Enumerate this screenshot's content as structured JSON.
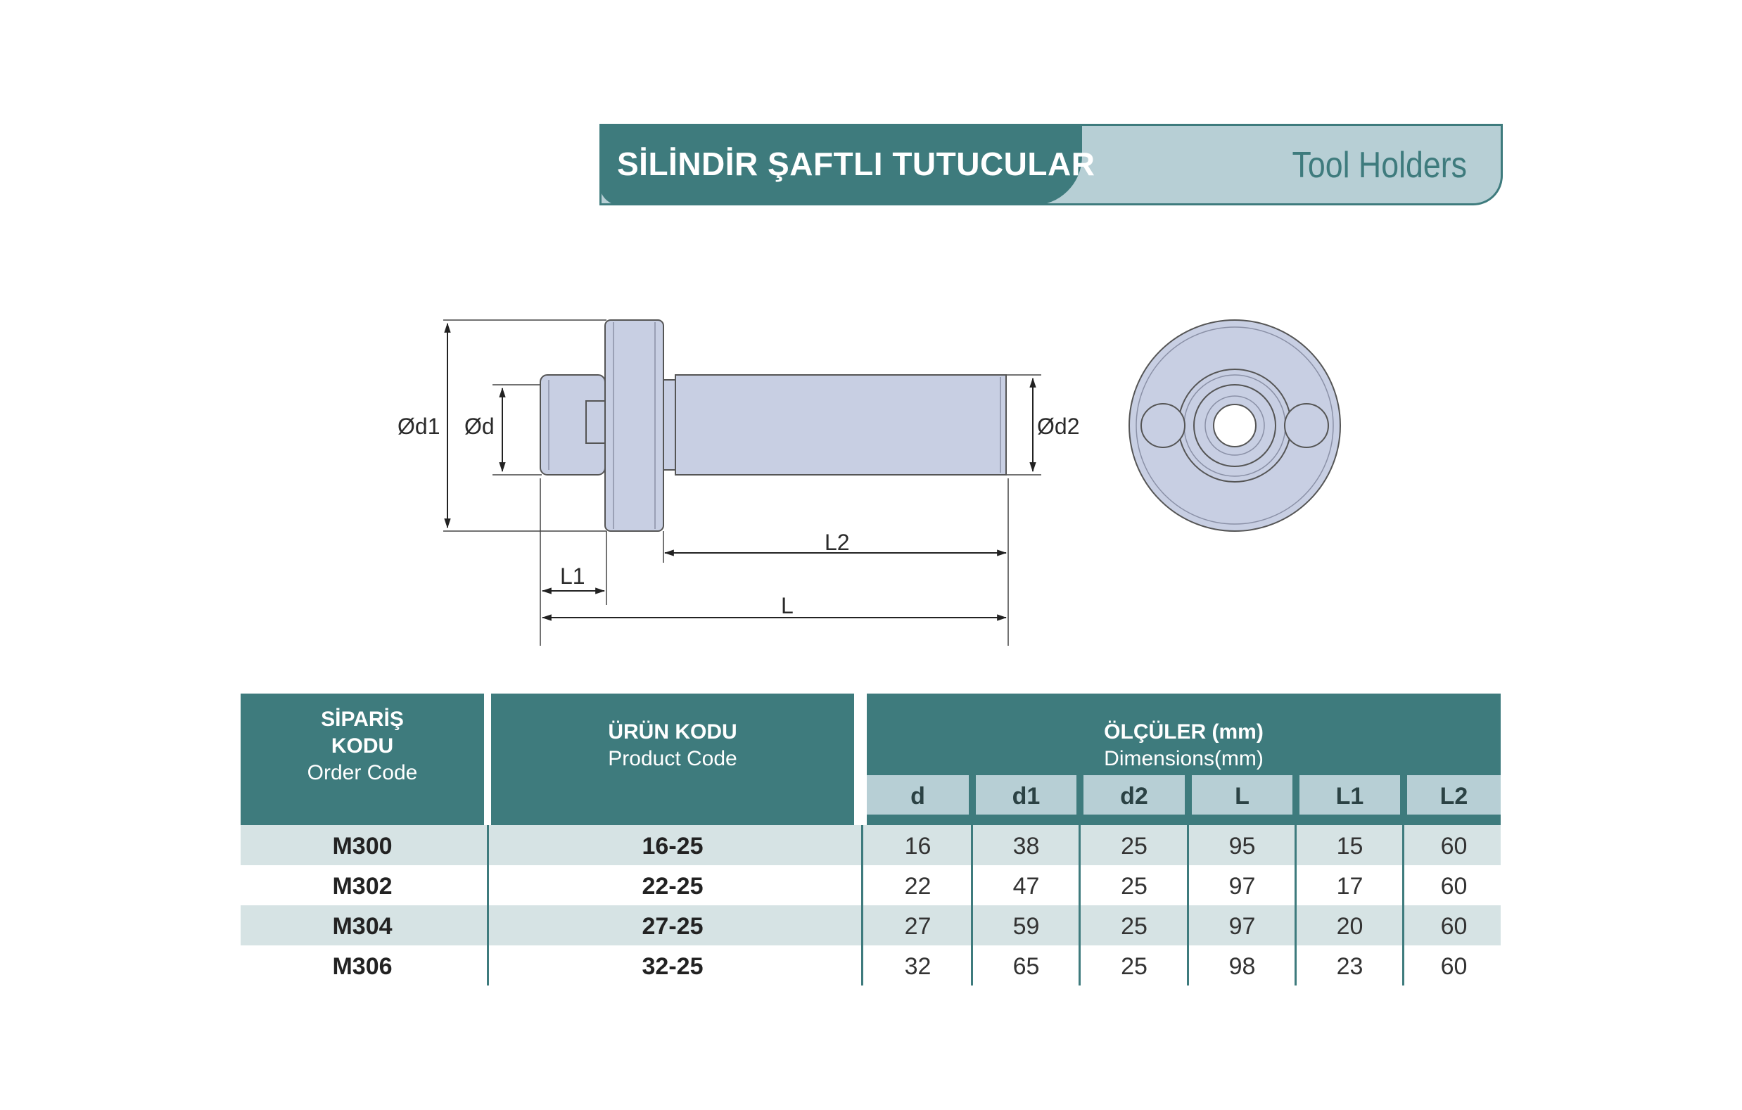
{
  "banner": {
    "title": "SİLİNDİR ŞAFTLI TUTUCULAR",
    "subtitle": "Tool Holders"
  },
  "drawing": {
    "labels": {
      "d1": "Ød1",
      "d": "Ød",
      "d2": "Ød2",
      "L2": "L2",
      "L1": "L1",
      "L": "L"
    }
  },
  "colors": {
    "teal": "#3e7b7d",
    "light_teal": "#b7cfd5",
    "row_shade": "#d6e3e4",
    "part_fill": "#c8cfe3"
  },
  "table": {
    "order_code": {
      "tr_line1": "SİPARİŞ",
      "tr_line2": "KODU",
      "en": "Order Code"
    },
    "product_code": {
      "tr": "ÜRÜN KODU",
      "en": "Product Code"
    },
    "dimensions": {
      "tr": "ÖLÇÜLER (mm)",
      "en": "Dimensions(mm)"
    },
    "dim_columns": [
      "d",
      "d1",
      "d2",
      "L",
      "L1",
      "L2"
    ],
    "rows": [
      {
        "order": "M300",
        "product": "16-25",
        "d": "16",
        "d1": "38",
        "d2": "25",
        "L": "95",
        "L1": "15",
        "L2": "60"
      },
      {
        "order": "M302",
        "product": "22-25",
        "d": "22",
        "d1": "47",
        "d2": "25",
        "L": "97",
        "L1": "17",
        "L2": "60"
      },
      {
        "order": "M304",
        "product": "27-25",
        "d": "27",
        "d1": "59",
        "d2": "25",
        "L": "97",
        "L1": "20",
        "L2": "60"
      },
      {
        "order": "M306",
        "product": "32-25",
        "d": "32",
        "d1": "65",
        "d2": "25",
        "L": "98",
        "L1": "23",
        "L2": "60"
      }
    ]
  }
}
